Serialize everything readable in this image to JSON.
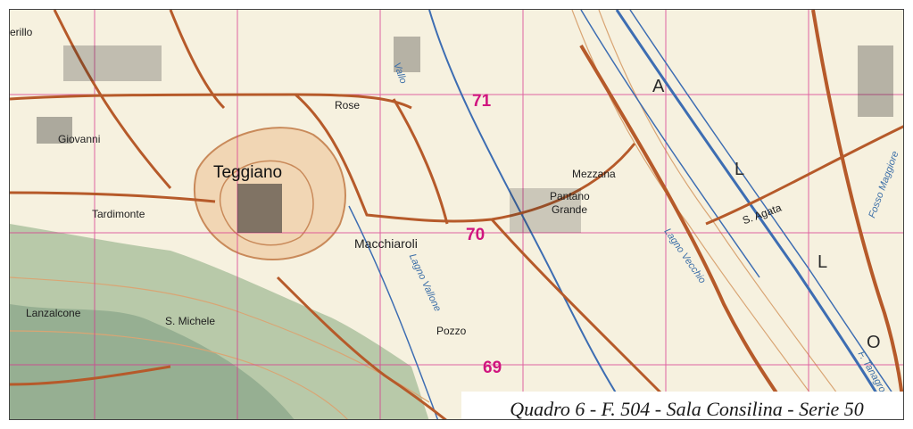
{
  "caption": "Quadro 6 - F. 504 - Sala Consilina - Serie 50",
  "grid_labels": {
    "g71": "71",
    "g70": "70",
    "g69": "69"
  },
  "places": {
    "teggiano": "Teggiano",
    "macchiaroli": "Macchiaroli",
    "mezzana": "Mezzana",
    "pantano": "Pantano",
    "grande": "Grande",
    "pozzo": "Pozzo",
    "rose": "Rose",
    "giovanni": "Giovanni",
    "tardimonte": "Tardimonte",
    "s_michele": "S. Michele",
    "lanzalcone": "Lanzalcone",
    "orillo": "erillo",
    "s_agata": "S. Agata"
  },
  "waterways": {
    "vallo_1": "Vallo",
    "vallo_2": "Lagno Vallone",
    "vecchio": "Lagno Vecchio",
    "maggiore": "Fosso Maggiore",
    "tanagro": "F. Tanagro"
  },
  "valley_letters": {
    "a": "A",
    "l1": "L",
    "l2": "L",
    "o": "O"
  },
  "colors": {
    "road": "#b65a2a",
    "grid": "#d8348e",
    "water": "#3d6db2",
    "contour": "#d79a66",
    "relief": "#8fb08f",
    "paper": "#f6f1df"
  }
}
